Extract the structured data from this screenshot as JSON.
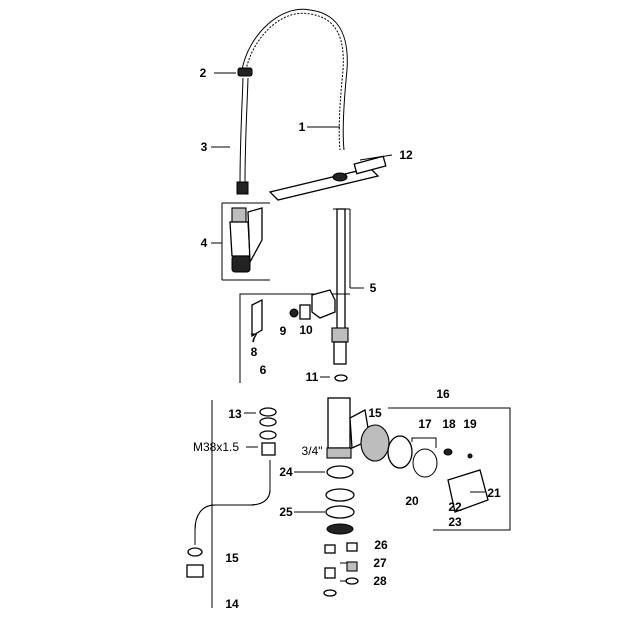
{
  "diagram": {
    "labels": {
      "p1": "1",
      "p2": "2",
      "p3": "3",
      "p4": "4",
      "p5": "5",
      "p6": "6",
      "p7": "7",
      "p8": "8",
      "p9": "9",
      "p10": "10",
      "p11": "11",
      "p12": "12",
      "p13": "13",
      "p14": "14",
      "p15a": "15",
      "p15b": "15",
      "p16": "16",
      "p17": "17",
      "p18": "18",
      "p19": "19",
      "p20": "20",
      "p21": "21",
      "p22": "22",
      "p23": "23",
      "p24": "24",
      "p25": "25",
      "p26": "26",
      "p27": "27",
      "p28": "28"
    },
    "thread_spec": "M38x1.5",
    "pipe_size": "3/4\""
  }
}
